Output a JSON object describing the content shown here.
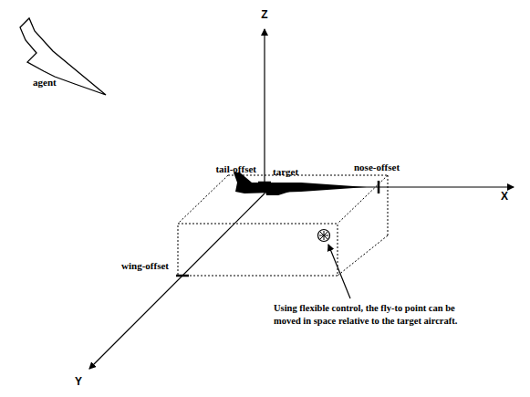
{
  "diagram": {
    "labels": [
      "Z",
      "X",
      "Y",
      "agent",
      "target",
      "tail-offset",
      "nose-offset",
      "wing-offset",
      "Using flexible control, the fly-to point can be moved in space relative to the target aircraft."
    ]
  }
}
